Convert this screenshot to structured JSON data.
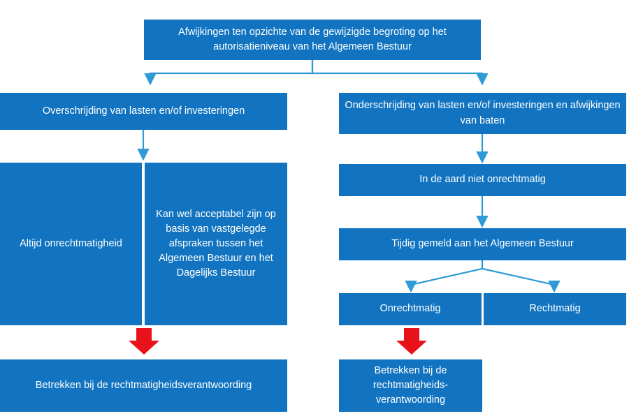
{
  "diagram": {
    "title_box": {
      "id": "root",
      "text": "Afwijkingen ten opzichte van de gewijzigde begroting op het autorisatieniveau van het Algemeen Bestuur"
    },
    "colors": {
      "box_fill": "#1274C0",
      "box_text": "#FFFFFF",
      "connector": "#2E9BD6",
      "red_arrow": "#E8131A",
      "background": "#FFFFFF"
    },
    "boxes": [
      {
        "id": "root",
        "text": "Afwijkingen ten opzichte van de gewijzigde begroting op het autorisatieniveau van het Algemeen Bestuur"
      },
      {
        "id": "left-branch",
        "text": "Overschrijding van lasten en/of investeringen"
      },
      {
        "id": "right-branch",
        "text": "Onderschrijding van lasten en/of investeringen en afwijkingen van baten"
      },
      {
        "id": "left-altijd",
        "text": "Altijd onrechtmatigheid"
      },
      {
        "id": "left-acceptabel",
        "text": "Kan wel acceptabel zijn op basis van vastgelegde afspraken tussen het Algemeen Bestuur en het Dagelijks Bestuur"
      },
      {
        "id": "right-aard",
        "text": "In de aard niet onrechtmatig"
      },
      {
        "id": "right-tijdig",
        "text": "Tijdig gemeld aan het Algemeen Bestuur"
      },
      {
        "id": "right-onrechtmatig",
        "text": "Onrechtmatig"
      },
      {
        "id": "right-rechtmatig",
        "text": "Rechtmatig"
      },
      {
        "id": "left-result",
        "text": "Betrekken bij de rechtmatigheidsverantwoording"
      },
      {
        "id": "right-result",
        "text": "Betrekken bij de rechtmatigheids-verantwoording"
      }
    ]
  }
}
